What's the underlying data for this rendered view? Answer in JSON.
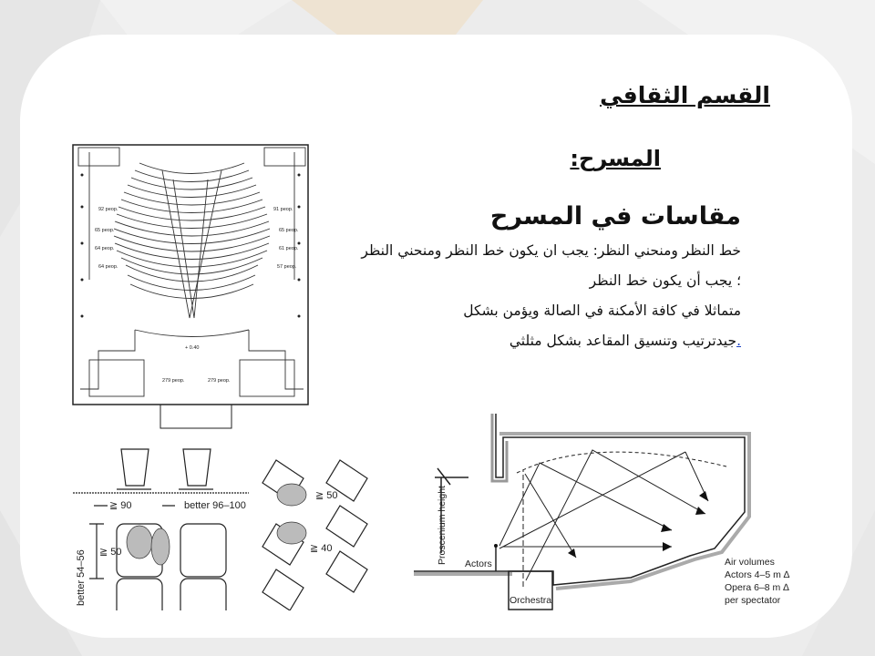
{
  "slide": {
    "title": "القسم الثقافي",
    "subtitle": "المسرح:",
    "heading": "مقاسات في المسرح",
    "body_lines": [
      "خط النظر ومنحني النظر: يجب ان يكون خط النظر ومنحني النظر",
      "؛ يجب أن يكون خط النظر",
      "متماثلا في كافة الأمكنة في الصالة ويؤمن بشكل",
      "جيدترتيب وتنسيق المقاعد بشكل مثلثي"
    ],
    "body_link_mark": "."
  },
  "floor_plan": {
    "labels": [
      "92 peop.",
      "91 peop.",
      "65 peop.",
      "65 peop.",
      "64 peop.",
      "61 peop.",
      "64 peop.",
      "57 peop.",
      "+ 0.40",
      "279 peop.",
      "279 peop."
    ]
  },
  "seating": {
    "row_spacing": "≧ 90",
    "row_spacing_better": "better 96–100",
    "seat_width": "≧ 50",
    "seat_width_better": "better 54–56",
    "stagger_1": "≧ 50",
    "stagger_2": "≧ 40"
  },
  "acoustics": {
    "proscenium_label": "Proscenium height",
    "actors_label": "Actors",
    "orchestra_label": "Orchestra",
    "air_volumes": [
      "Air volumes",
      "Actors 4–5 m ∆",
      "Opera 6–8 m ∆",
      "per spectator"
    ]
  },
  "colors": {
    "card": "#ffffff",
    "background": "#ececec",
    "accent_shape": "#eee3d2",
    "link": "#1a3fbf"
  }
}
